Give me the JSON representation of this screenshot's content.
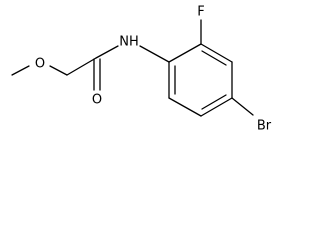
{
  "molecule": {
    "atoms": {
      "o_ether": "O",
      "nh": "NH",
      "f": "F",
      "o_carbonyl": "O",
      "br": "Br"
    }
  }
}
